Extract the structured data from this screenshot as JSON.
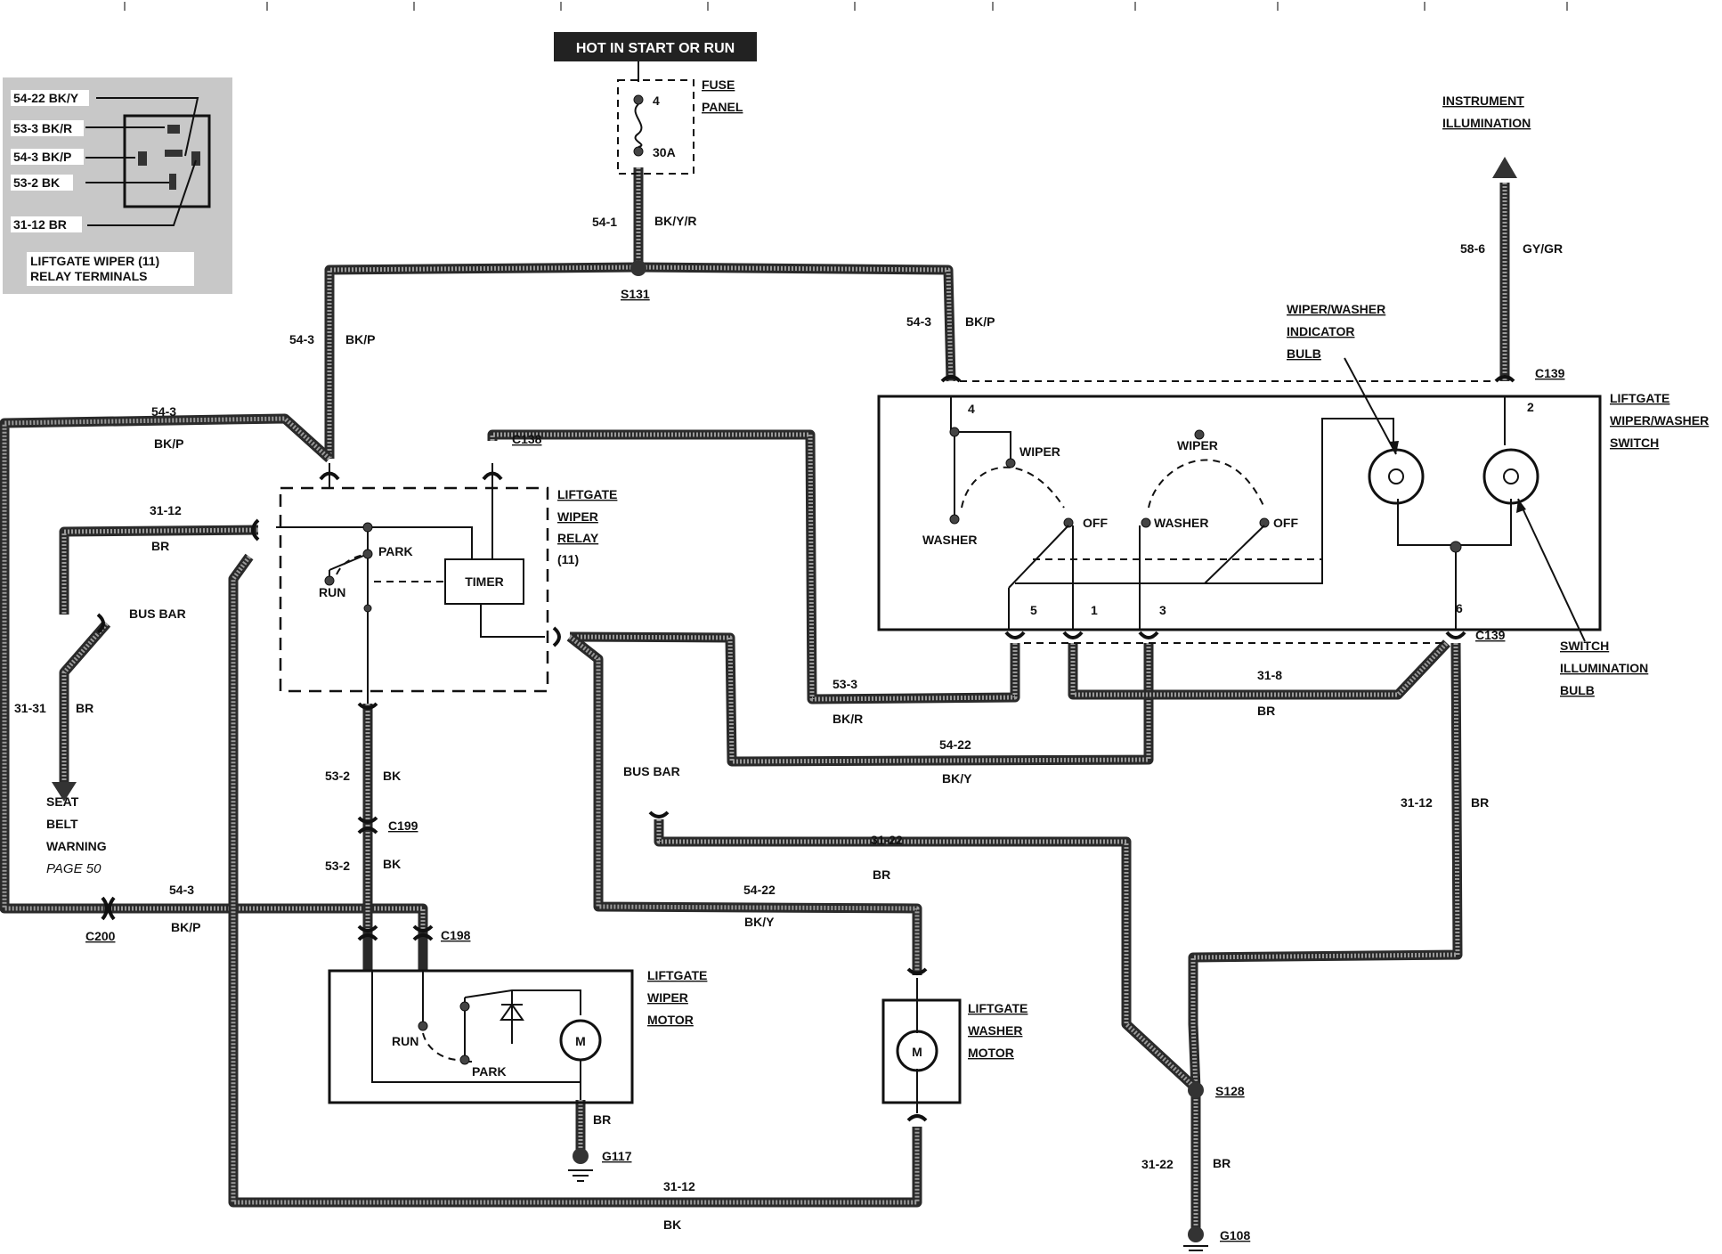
{
  "power_source": {
    "label": "HOT IN START OR RUN"
  },
  "fuse": {
    "title_1": "FUSE",
    "title_2": "PANEL",
    "number": "4",
    "rating": "30A"
  },
  "relay_terminals_inset": {
    "labels": [
      "54-22 BK/Y",
      "53-3 BK/R",
      "54-3 BK/P",
      "53-2 BK",
      "31-12 BR"
    ],
    "caption_1": "LIFTGATE WIPER (11)",
    "caption_2": "RELAY TERMINALS"
  },
  "wires": {
    "w54_1": {
      "circuit": "54-1",
      "color": "BK/Y/R"
    },
    "w54_3_a": {
      "circuit": "54-3",
      "color": "BK/P"
    },
    "w54_3_b": {
      "circuit": "54-3",
      "color": "BK/P"
    },
    "w54_3_c": {
      "circuit": "54-3",
      "color": "BK/P"
    },
    "w54_3_d": {
      "circuit": "54-3",
      "color": "BK/P"
    },
    "w31_12_a": {
      "circuit": "31-12",
      "color": "BR"
    },
    "w31_31": {
      "circuit": "31-31",
      "color": "BR"
    },
    "w53_2_a": {
      "circuit": "53-2",
      "color": "BK"
    },
    "w53_2_b": {
      "circuit": "53-2",
      "color": "BK"
    },
    "w53_3": {
      "circuit": "53-3",
      "color": "BK/R"
    },
    "w54_22_a": {
      "circuit": "54-22",
      "color": "BK/Y"
    },
    "w54_22_b": {
      "circuit": "54-22",
      "color": "BK/Y"
    },
    "w31_8": {
      "circuit": "31-8",
      "color": "BR"
    },
    "w31_12_b": {
      "circuit": "31-12",
      "color": "BR"
    },
    "w31_22_a": {
      "circuit": "31-22",
      "color": "BR"
    },
    "w31_22_b": {
      "circuit": "31-22",
      "color": "BR"
    },
    "w31_12_c": {
      "circuit": "31-12",
      "color": "BK"
    },
    "w58_6": {
      "circuit": "58-6",
      "color": "GY/GR"
    },
    "w_br_motor": {
      "color": "BR"
    }
  },
  "splices": {
    "s131": "S131",
    "s128": "S128"
  },
  "grounds": {
    "g117": "G117",
    "g108": "G108"
  },
  "connectors": {
    "c138": "C138",
    "c139_top": "C139",
    "c139_bot": "C139",
    "c199": "C199",
    "c198": "C198",
    "c200": "C200"
  },
  "relay": {
    "title_1": "LIFTGATE",
    "title_2": "WIPER",
    "title_3": "RELAY",
    "title_4": "(11)",
    "timer": "TIMER",
    "park": "PARK",
    "run": "RUN"
  },
  "bus_bar_left": "BUS BAR",
  "bus_bar_mid": "BUS BAR",
  "seat_belt": {
    "l1": "SEAT",
    "l2": "BELT",
    "l3": "WARNING",
    "l4": "PAGE 50"
  },
  "switch": {
    "title_1": "LIFTGATE",
    "title_2": "WIPER/WASHER",
    "title_3": "SWITCH",
    "pin_4": "4",
    "pin_2": "2",
    "pin_5": "5",
    "pin_1": "1",
    "pin_3": "3",
    "pin_6": "6",
    "wiper_1": "WIPER",
    "washer_1": "WASHER",
    "off_1": "OFF",
    "wiper_2": "WIPER",
    "washer_2": "WASHER",
    "off_2": "OFF"
  },
  "indicator_bulb": {
    "l1": "WIPER/WASHER",
    "l2": "INDICATOR",
    "l3": "BULB"
  },
  "illumination_bulb": {
    "l1": "SWITCH",
    "l2": "ILLUMINATION",
    "l3": "BULB"
  },
  "instrument": {
    "l1": "INSTRUMENT",
    "l2": "ILLUMINATION"
  },
  "wiper_motor": {
    "title_1": "LIFTGATE",
    "title_2": "WIPER",
    "title_3": "MOTOR",
    "m": "M",
    "run": "RUN",
    "park": "PARK"
  },
  "washer_motor": {
    "title_1": "LIFTGATE",
    "title_2": "WASHER",
    "title_3": "MOTOR",
    "m": "M"
  }
}
